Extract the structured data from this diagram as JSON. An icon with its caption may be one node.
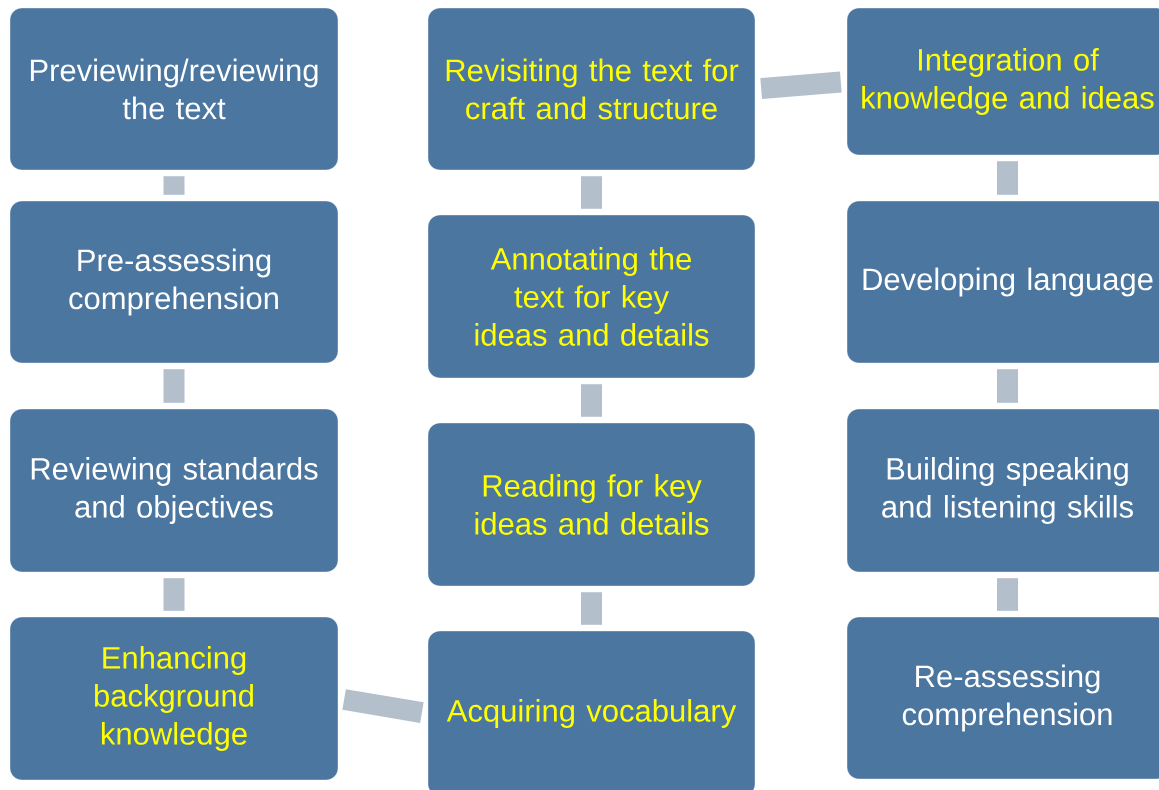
{
  "diagram": {
    "nodes": [
      {
        "text": [
          "Previewing/reviewing the text"
        ]
      },
      {
        "text": [
          "Pre-assessing comprehension"
        ]
      },
      {
        "text": [
          "Reviewing standards and objectives"
        ]
      },
      {
        "text": [
          "Enhancing background knowledge"
        ]
      },
      {
        "text": [
          "Revisiting the text for craft and structure"
        ]
      },
      {
        "text": [
          "Annotating the text for key ideas and details"
        ]
      },
      {
        "text": [
          "Reading for key ideas and details"
        ]
      },
      {
        "text": [
          "Acquiring vocabulary"
        ]
      },
      {
        "text": [
          "Integration of knowledge and ideas"
        ]
      },
      {
        "text": [
          "Developing language"
        ]
      },
      {
        "text": [
          "Building speaking and listening skills"
        ]
      },
      {
        "text": [
          "Re-assessing comprehension"
        ]
      }
    ],
    "edges": [
      {
        "from": 0,
        "to": 1,
        "arrow": "none"
      },
      {
        "from": 1,
        "to": 2,
        "arrow": "none"
      },
      {
        "from": 2,
        "to": 3,
        "arrow": "none"
      },
      {
        "from": 3,
        "to": 7,
        "arrow": "none"
      },
      {
        "from": 7,
        "to": 6,
        "arrow": "none"
      },
      {
        "from": 6,
        "to": 5,
        "arrow": "none"
      },
      {
        "from": 5,
        "to": 4,
        "arrow": "none"
      },
      {
        "from": 4,
        "to": 8,
        "arrow": "none"
      },
      {
        "from": 8,
        "to": 9,
        "arrow": "none"
      },
      {
        "from": 9,
        "to": 10,
        "arrow": "none"
      },
      {
        "from": 10,
        "to": 11,
        "arrow": "none"
      }
    ]
  }
}
